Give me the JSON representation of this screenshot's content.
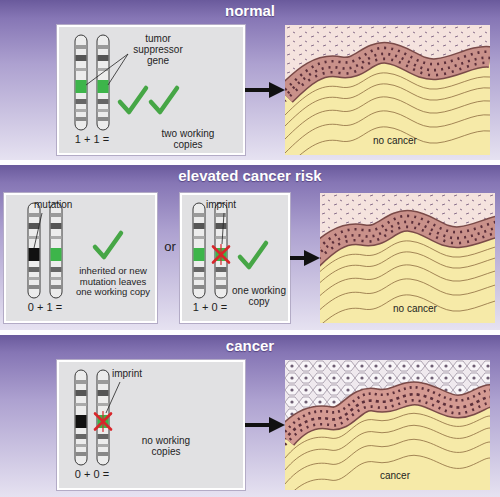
{
  "diagram": {
    "nodes": [
      {
        "text": [
          "normal"
        ]
      },
      {
        "text": [
          "tumor suppressor gene",
          "1 + 1 =",
          "two working copies"
        ],
        "in": 0
      },
      {
        "text": [
          "no cancer"
        ],
        "in": 0
      },
      {
        "text": [
          "elevated cancer risk"
        ]
      },
      {
        "text": [
          "mutation",
          "inherited or new mutation leaves one working copy",
          "0 + 1 ="
        ],
        "in": 3
      },
      {
        "text": [
          "imprint",
          "1 + 0 =",
          "one working copy"
        ],
        "in": 3
      },
      {
        "text": [
          "no cancer"
        ],
        "in": 3
      },
      {
        "text": [
          "cancer"
        ]
      },
      {
        "text": [
          "imprint",
          "0 + 0 =",
          "no working copies"
        ],
        "in": 7
      },
      {
        "text": [
          "cancer"
        ],
        "in": 7
      }
    ],
    "edges": [
      {
        "from": 1,
        "to": 2,
        "arrow": "to"
      },
      {
        "from": 5,
        "to": 6,
        "arrow": "to"
      },
      {
        "from": 8,
        "to": 9,
        "arrow": "to"
      }
    ],
    "labels": [
      "or"
    ]
  }
}
